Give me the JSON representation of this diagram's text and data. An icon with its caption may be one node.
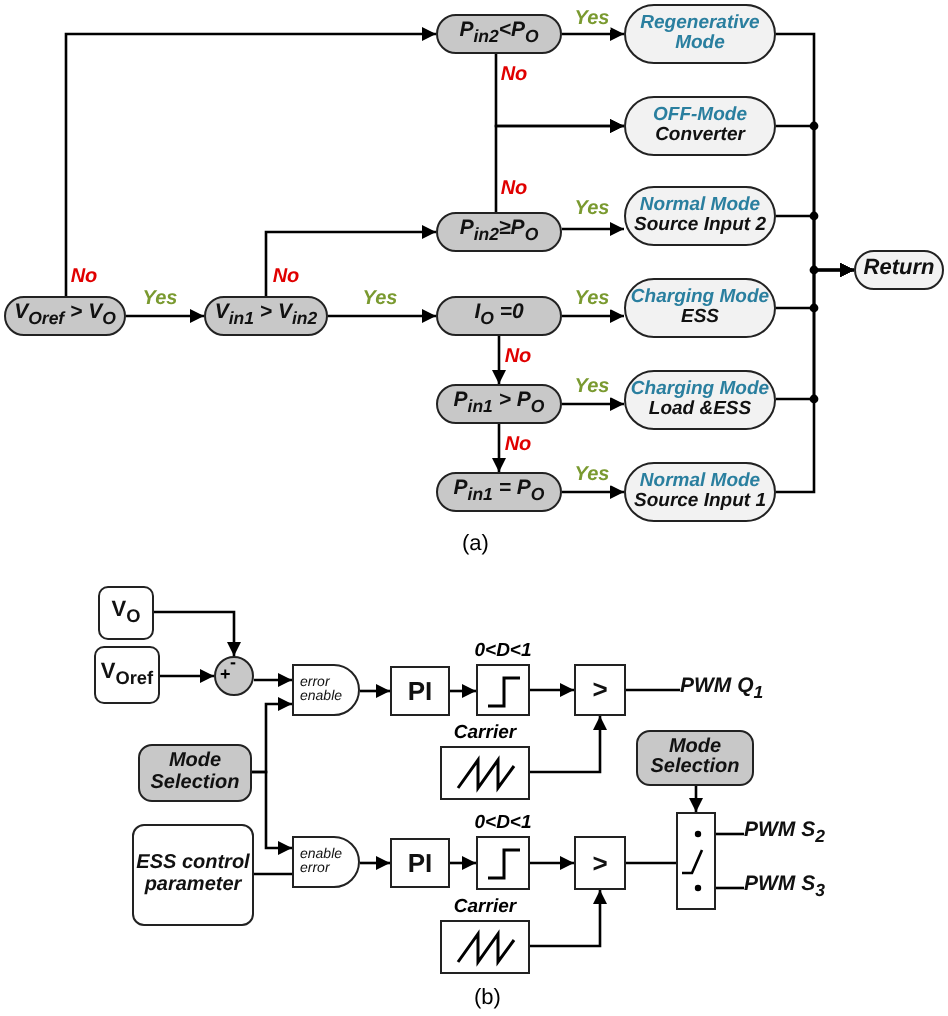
{
  "diagram": {
    "nodes": [
      {
        "text": [
          "P$_{in2}$<P$_{O}$"
        ]
      },
      {
        "text": [
          "Regenerative Mode"
        ]
      },
      {
        "text": [
          "OFF-Mode",
          "Converter"
        ]
      },
      {
        "text": [
          "P$_{in2}$≥P$_{O}$"
        ]
      },
      {
        "text": [
          "Normal Mode",
          "Source Input 2"
        ]
      },
      {
        "text": [
          "Return"
        ]
      },
      {
        "text": [
          "V$_{Oref}$ > V$_{O}$"
        ]
      },
      {
        "text": [
          "V$_{in1}$ > V$_{in2}$"
        ]
      },
      {
        "text": [
          "I$_{O}$ =0"
        ]
      },
      {
        "text": [
          "Charging Mode",
          "ESS"
        ]
      },
      {
        "text": [
          "P$_{in1}$ > P$_{O}$"
        ]
      },
      {
        "text": [
          "Charging Mode",
          "Load &ESS"
        ]
      },
      {
        "text": [
          "P$_{in1}$ = P$_{O}$"
        ]
      },
      {
        "text": [
          "Normal Mode",
          "Source Input 1"
        ]
      },
      {
        "text": [
          "V$_{O}$"
        ]
      },
      {
        "text": [
          "V$_{Oref}$"
        ]
      },
      {
        "text": [
          "-",
          "+"
        ]
      },
      {
        "text": [
          "error",
          "enable"
        ]
      },
      {
        "text": [
          "PI"
        ]
      },
      {
        "text": [],
        "shape": "box",
        "beside": [
          "0<D<1"
        ]
      },
      {
        "text": [
          ">"
        ]
      },
      {
        "text": [
          "PWM Q$_{1}$"
        ]
      },
      {
        "text": [
          "Mode Selection"
        ]
      },
      {
        "text": [],
        "shape": "box",
        "beside": [
          "Carrier"
        ]
      },
      {
        "text": [
          "Mode Selection"
        ]
      },
      {
        "text": [
          "ESS control parameter"
        ]
      },
      {
        "text": [
          "enable",
          "error"
        ]
      },
      {
        "text": [
          "PI"
        ]
      },
      {
        "text": [],
        "shape": "box",
        "beside": [
          "0<D<1"
        ]
      },
      {
        "text": [
          ">"
        ]
      },
      {
        "text": [],
        "shape": "box"
      },
      {
        "text": [
          "PWM S$_{2}$"
        ]
      },
      {
        "text": [
          "PWM S$_{3}$"
        ]
      },
      {
        "text": [],
        "shape": "box",
        "beside": [
          "Carrier"
        ]
      }
    ],
    "edges": [
      {
        "from": 6,
        "to": 7,
        "arrow": "to",
        "label": "Yes"
      },
      {
        "from": 6,
        "to": 0,
        "arrow": "to",
        "label": "No"
      },
      {
        "from": 7,
        "to": 8,
        "arrow": "to",
        "label": "Yes"
      },
      {
        "from": 7,
        "to": 3,
        "arrow": "to",
        "label": "No"
      },
      {
        "from": 0,
        "to": 1,
        "arrow": "to",
        "label": "Yes"
      },
      {
        "from": 0,
        "to": 2,
        "arrow": "to",
        "label": "No"
      },
      {
        "from": 3,
        "to": 2,
        "arrow": "to",
        "label": "No"
      },
      {
        "from": 3,
        "to": 4,
        "arrow": "to",
        "label": "Yes"
      },
      {
        "from": 8,
        "to": 9,
        "arrow": "to",
        "label": "Yes"
      },
      {
        "from": 8,
        "to": 10,
        "arrow": "to",
        "label": "No"
      },
      {
        "from": 10,
        "to": 11,
        "arrow": "to",
        "label": "Yes"
      },
      {
        "from": 10,
        "to": 12,
        "arrow": "to",
        "label": "No"
      },
      {
        "from": 12,
        "to": 13,
        "arrow": "to",
        "label": "Yes"
      },
      {
        "from": 1,
        "to": 5,
        "arrow": "to"
      },
      {
        "from": 2,
        "to": 5,
        "arrow": "to"
      },
      {
        "from": 4,
        "to": 5,
        "arrow": "to"
      },
      {
        "from": 9,
        "to": 5,
        "arrow": "to"
      },
      {
        "from": 11,
        "to": 5,
        "arrow": "to"
      },
      {
        "from": 13,
        "to": 5,
        "arrow": "to"
      },
      {
        "from": 14,
        "to": 16,
        "arrow": "to"
      },
      {
        "from": 15,
        "to": 16,
        "arrow": "to"
      },
      {
        "from": 16,
        "to": 17,
        "arrow": "to"
      },
      {
        "from": 22,
        "to": 17,
        "arrow": "to"
      },
      {
        "from": 22,
        "to": 26,
        "arrow": "to"
      },
      {
        "from": 25,
        "to": 26,
        "arrow": "none"
      },
      {
        "from": 17,
        "to": 18,
        "arrow": "to"
      },
      {
        "from": 18,
        "to": 19,
        "arrow": "to"
      },
      {
        "from": 19,
        "to": 20,
        "arrow": "to"
      },
      {
        "from": 23,
        "to": 20,
        "arrow": "to"
      },
      {
        "from": 20,
        "to": 21,
        "arrow": "none"
      },
      {
        "from": 26,
        "to": 27,
        "arrow": "to"
      },
      {
        "from": 27,
        "to": 28,
        "arrow": "to"
      },
      {
        "from": 28,
        "to": 29,
        "arrow": "to"
      },
      {
        "from": 33,
        "to": 29,
        "arrow": "to"
      },
      {
        "from": 29,
        "to": 30,
        "arrow": "none"
      },
      {
        "from": 24,
        "to": 30,
        "arrow": "to"
      },
      {
        "from": 30,
        "to": 31,
        "arrow": "none"
      },
      {
        "from": 30,
        "to": 32,
        "arrow": "none"
      }
    ],
    "labels": [
      "(a)",
      "(b)"
    ]
  }
}
